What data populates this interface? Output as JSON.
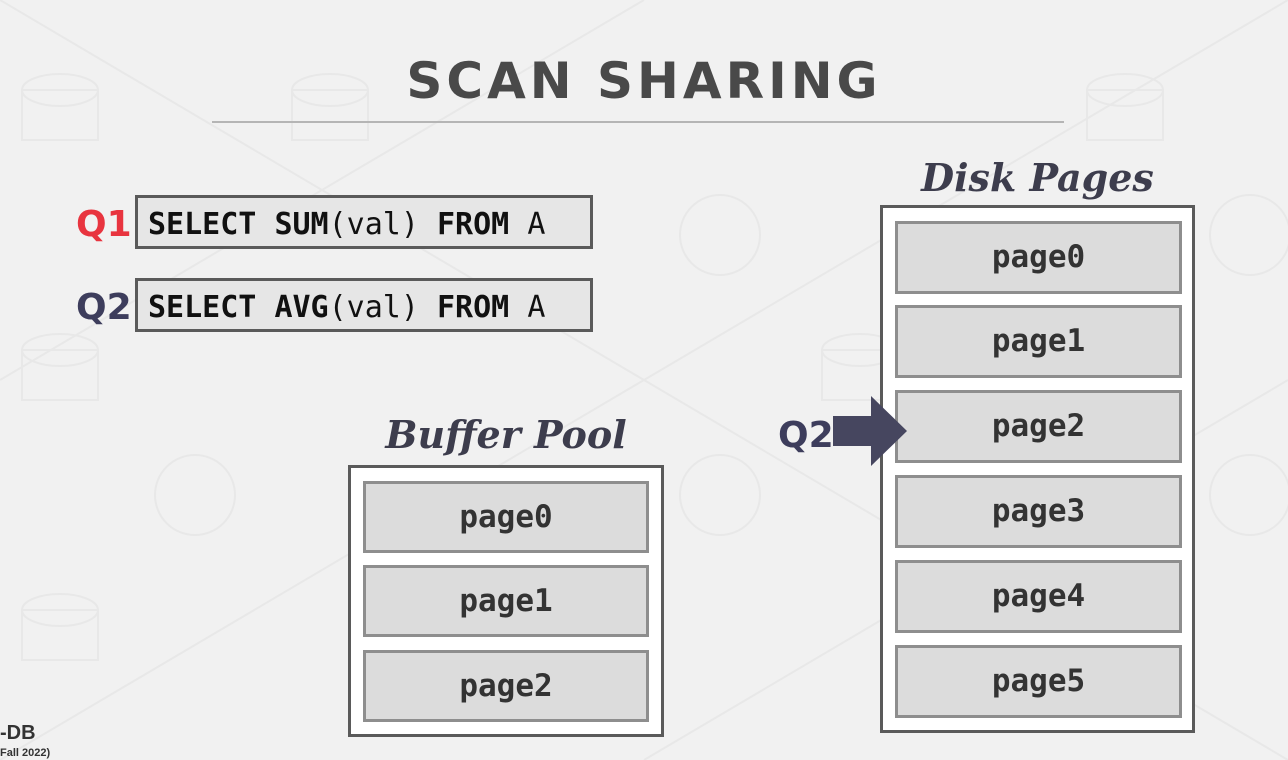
{
  "title": "SCAN SHARING",
  "queries": [
    {
      "label": "Q1",
      "select": "SELECT",
      "func": "SUM",
      "arg": "(val)",
      "from": "FROM",
      "table": "A",
      "color": "#e8343f"
    },
    {
      "label": "Q2",
      "select": "SELECT",
      "func": "AVG",
      "arg": "(val)",
      "from": "FROM",
      "table": "A",
      "color": "#3d3d5c"
    }
  ],
  "buffer_pool": {
    "heading": "Buffer Pool",
    "pages": [
      "page0",
      "page1",
      "page2"
    ]
  },
  "disk_pages": {
    "heading": "Disk Pages",
    "pages": [
      "page0",
      "page1",
      "page2",
      "page3",
      "page4",
      "page5"
    ]
  },
  "pointer": {
    "label": "Q2",
    "icon": "arrow-right-icon",
    "target": "page2"
  },
  "footer": {
    "logo_text": "-DB",
    "course_text": "Fall 2022)"
  }
}
